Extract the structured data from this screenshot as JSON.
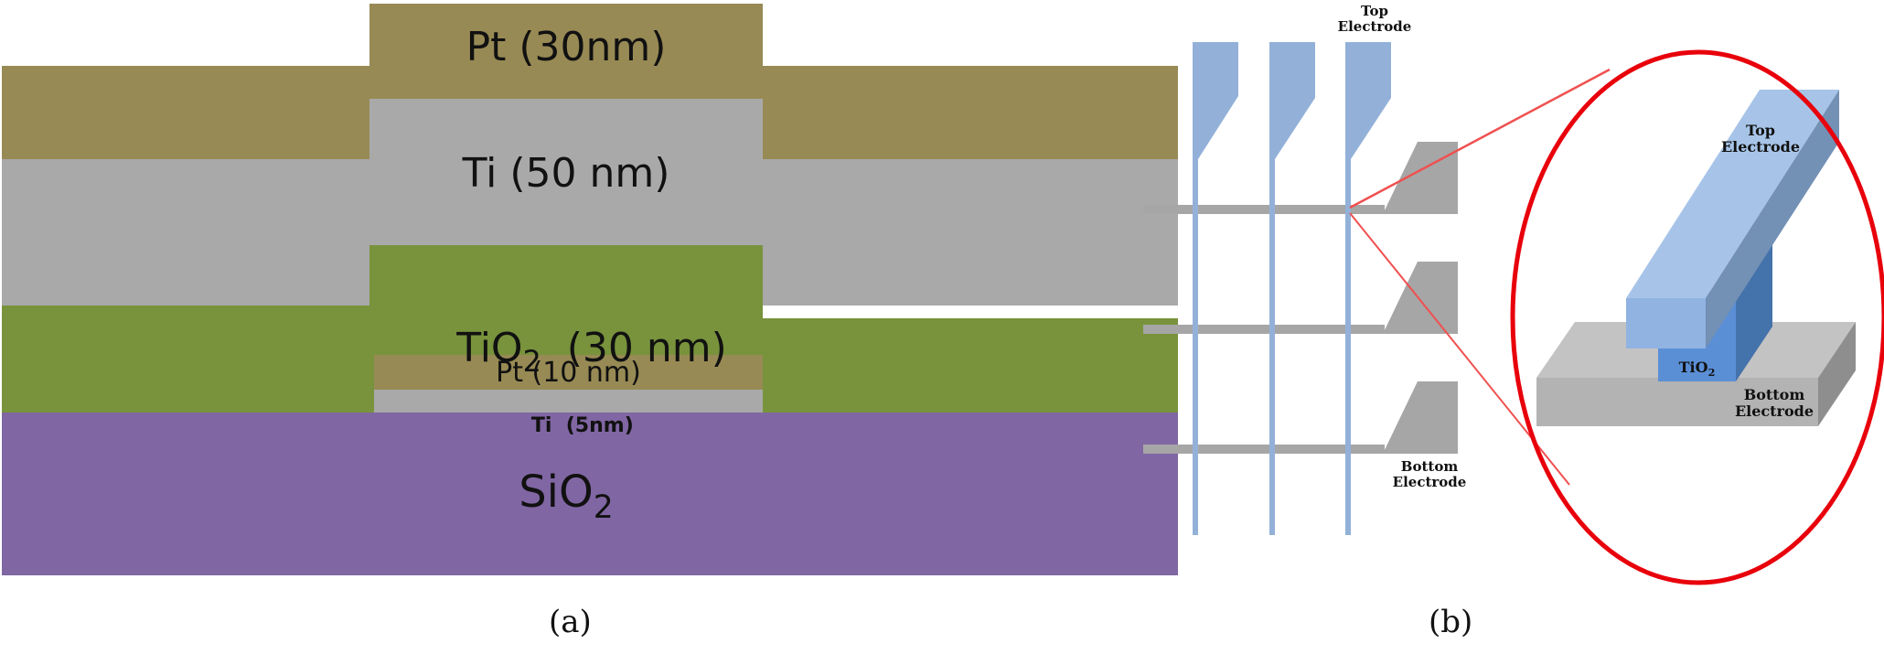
{
  "panel_a": {
    "caption": "(a)",
    "layers": {
      "pt_top": {
        "label_main": "Pt",
        "label_rest": " (30nm)",
        "color": "#978a54"
      },
      "ti_top": {
        "label_main": "Ti",
        "label_rest": " (50 nm)",
        "color": "#a9a9a9"
      },
      "tio2": {
        "label_main": "TiO",
        "label_sub": "2",
        "label_rest": "  (30 nm)",
        "color": "#78933c"
      },
      "pt_bottom": {
        "label_main": "Pt",
        "label_rest": " (10 nm)",
        "color": "#978a54"
      },
      "ti_bottom": {
        "label_main": "Ti",
        "label_rest": "  (5nm)",
        "color": "#a9a9a9"
      },
      "sio2": {
        "label_main": "SiO",
        "label_sub": "2",
        "color": "#8066a3"
      }
    }
  },
  "panel_b": {
    "caption": "(b)",
    "labels": {
      "top_electrode_line1": "Top",
      "top_electrode_line2": "Electrode",
      "bottom_electrode_line1": "Bottom",
      "bottom_electrode_line2": "Electrode",
      "zoom_top_line1": "Top",
      "zoom_top_line2": "Electrode",
      "zoom_tio2_main": "TiO",
      "zoom_tio2_sub": "2",
      "zoom_bottom_line1": "Bottom",
      "zoom_bottom_line2": "Electrode"
    },
    "colors": {
      "top_electrode": "#93b1d8",
      "bottom_electrode": "#a6a6a6",
      "highlight": "#e8000b"
    }
  }
}
